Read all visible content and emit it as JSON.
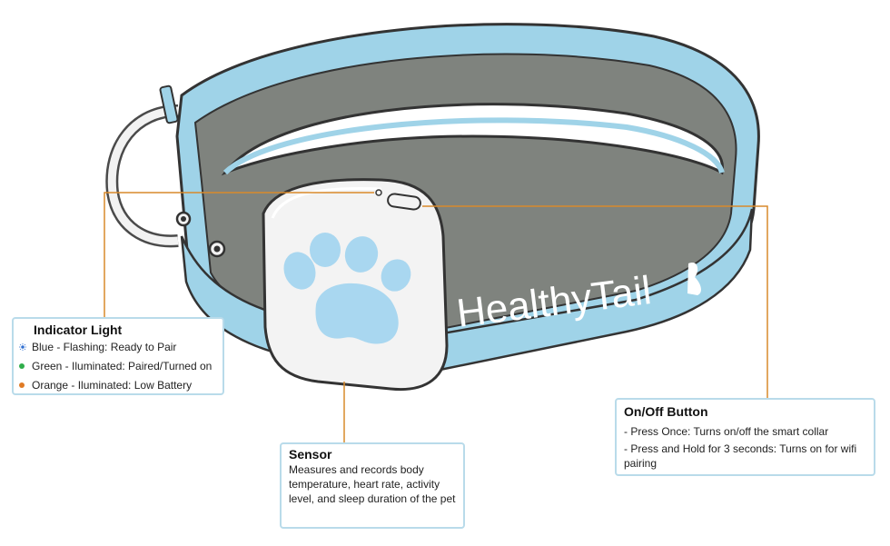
{
  "brand": {
    "name": "HealthyTail"
  },
  "indicator": {
    "title": "Indicator Light",
    "items": [
      {
        "label": "Blue - Flashing: Ready to Pair",
        "color": "#2f6fd1",
        "icon": "blue-flash-icon"
      },
      {
        "label": "Green - Iluminated: Paired/Turned on",
        "color": "#2fae4a",
        "icon": "green-dot-icon"
      },
      {
        "label": "Orange - Iluminated: Low Battery",
        "color": "#e07b25",
        "icon": "orange-dot-icon"
      }
    ]
  },
  "sensor": {
    "title": "Sensor",
    "description": "Measures and records body temperature, heart rate, activity level, and sleep duration of the pet"
  },
  "onoff": {
    "title": "On/Off Button",
    "lines": [
      "- Press Once: Turns on/off the smart collar",
      "- Press and Hold for 3 seconds: Turns on for wifi pairing"
    ]
  },
  "colors": {
    "collar_blue": "#9fd3e8",
    "collar_gray": "#7f837e",
    "leader_orange": "#d98a2b",
    "box_border": "#b9dbea",
    "paw_blue": "#a9d7f0"
  }
}
